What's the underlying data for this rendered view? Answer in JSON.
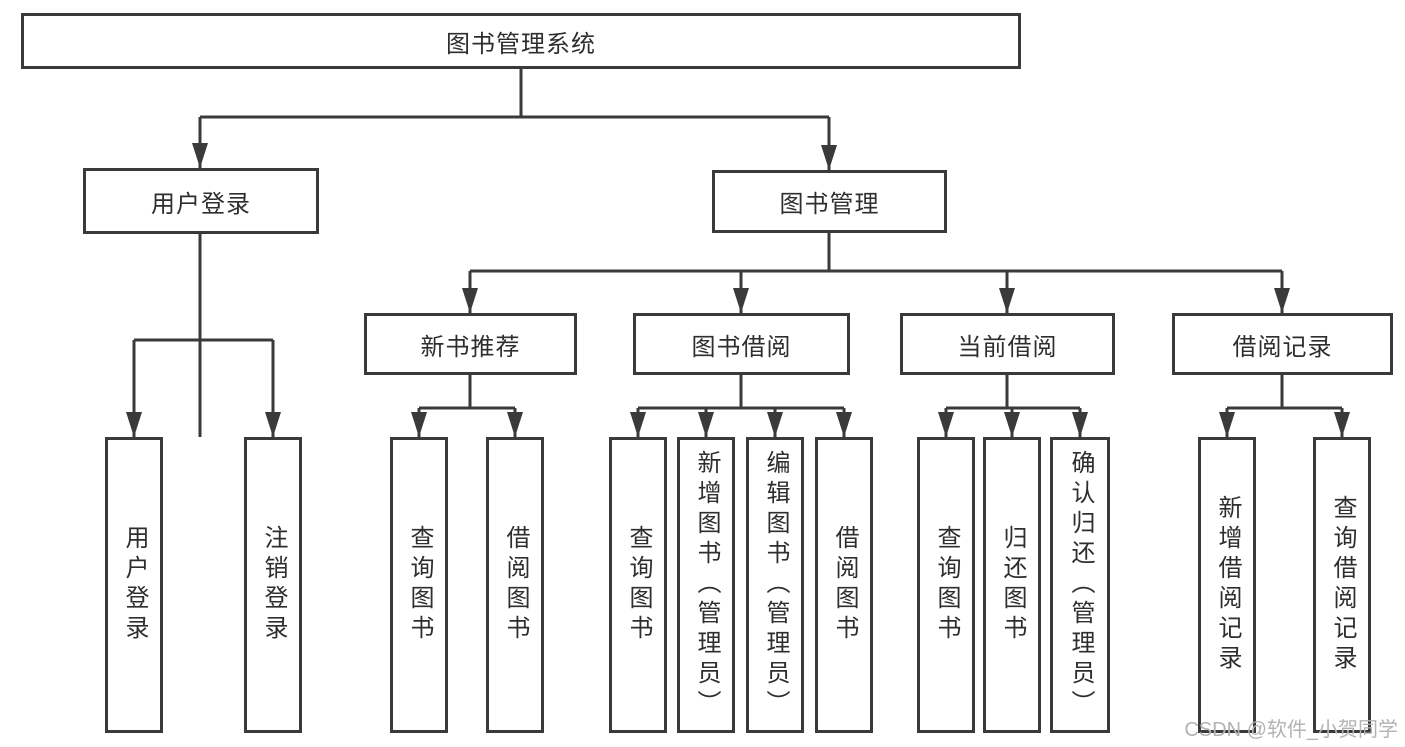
{
  "diagram_type": "hierarchy-tree",
  "colors": {
    "line": "#3a3a3a",
    "box_border": "#3a3a3a",
    "text": "#2e2e2e",
    "watermark": "#b3b3b3",
    "background": "#ffffff"
  },
  "tree": {
    "root": {
      "label": "图书管理系统",
      "children": [
        {
          "label": "用户登录",
          "children": [
            {
              "label": "用户登录"
            },
            {
              "label": "注销登录"
            }
          ]
        },
        {
          "label": "图书管理",
          "children": [
            {
              "label": "新书推荐",
              "children": [
                {
                  "label": "查询图书"
                },
                {
                  "label": "借阅图书"
                }
              ]
            },
            {
              "label": "图书借阅",
              "children": [
                {
                  "label": "查询图书"
                },
                {
                  "label": "新增图书（管理员）"
                },
                {
                  "label": "编辑图书（管理员）"
                },
                {
                  "label": "借阅图书"
                }
              ]
            },
            {
              "label": "当前借阅",
              "children": [
                {
                  "label": "查询图书"
                },
                {
                  "label": "归还图书"
                },
                {
                  "label": "确认归还（管理员）"
                }
              ]
            },
            {
              "label": "借阅记录",
              "children": [
                {
                  "label": "新增借阅记录"
                },
                {
                  "label": "查询借阅记录"
                }
              ]
            }
          ]
        }
      ]
    }
  },
  "watermark": "CSDN @软件_小贺同学"
}
